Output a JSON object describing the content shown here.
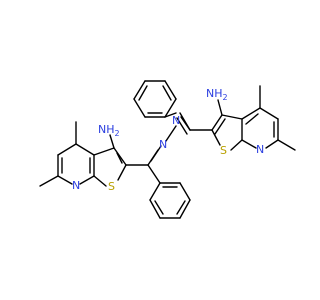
{
  "molecule": {
    "atom_labels": {
      "nh2_left": "NH",
      "nh2_left_sub": "2",
      "s_left": "S",
      "npyr_left": "N",
      "nhyd_left": "N",
      "nhyd_right": "N",
      "nh2_right": "NH",
      "nh2_right_sub": "2",
      "s_right": "S",
      "npyr_right": "N"
    },
    "colors": {
      "bond": "#000000",
      "nitrogen": "#2c3fe0",
      "sulfur": "#b8a000",
      "background": "#ffffff"
    }
  }
}
